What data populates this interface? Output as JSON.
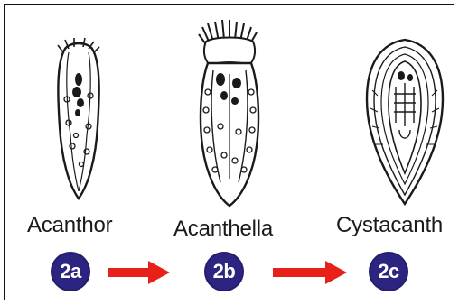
{
  "stages": [
    {
      "name": "Acanthor",
      "badge": "2a"
    },
    {
      "name": "Acanthella",
      "badge": "2b"
    },
    {
      "name": "Cystacanth",
      "badge": "2c"
    }
  ],
  "colors": {
    "badge": "#2b2480",
    "arrow": "#e8201a",
    "ink": "#1a1a1a"
  },
  "icons": {
    "arrow": "right-arrow-icon"
  }
}
